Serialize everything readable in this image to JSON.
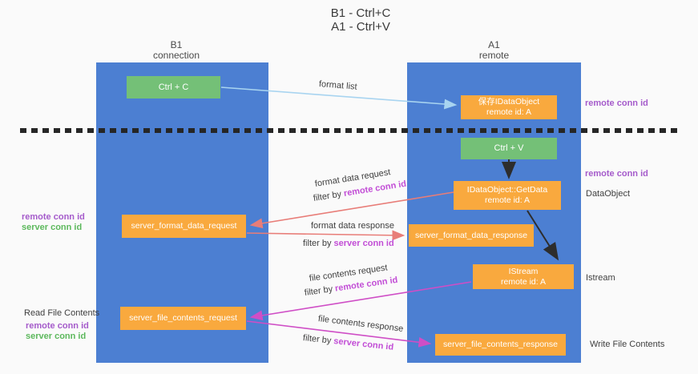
{
  "title": {
    "line1": "B1 - Ctrl+C",
    "line2": "A1 - Ctrl+V"
  },
  "lanes": {
    "left": {
      "title": "B1",
      "subtitle": "connection"
    },
    "right": {
      "title": "A1",
      "subtitle": "remote"
    }
  },
  "boxes": {
    "ctrl_c": {
      "label": "Ctrl + C"
    },
    "ctrl_v": {
      "label": "Ctrl + V"
    },
    "save_dataobject": {
      "line1": "保存IDataObject",
      "line2": "remote id: A"
    },
    "getdata": {
      "line1": "IDataObject::GetData",
      "line2": "remote id: A"
    },
    "istream": {
      "line1": "IStream",
      "line2": "remote id: A"
    },
    "format_request": {
      "label": "server_format_data_request"
    },
    "format_response": {
      "label": "server_format_data_response"
    },
    "file_request": {
      "label": "server_file_contents_request"
    },
    "file_response": {
      "label": "server_file_contents_response"
    }
  },
  "arrows": {
    "format_list": {
      "label": "format list"
    },
    "format_data_request": {
      "label": "format data request",
      "filter_prefix": "filter by ",
      "filter_key": "remote conn id"
    },
    "format_data_response": {
      "label": "format data response",
      "filter_prefix": "filter by ",
      "filter_key": "server conn id"
    },
    "file_contents_request": {
      "label": "file contents request",
      "filter_prefix": "filter by ",
      "filter_key": "remote conn id"
    },
    "file_contents_response": {
      "label": "file contents response",
      "filter_prefix": "filter by ",
      "filter_key": "server conn id"
    }
  },
  "annotations": {
    "right_remote_conn_top": "remote conn id",
    "right_remote_conn_mid": "remote conn id",
    "dataobject": "DataObject",
    "istream": "Istream",
    "write_file_contents": "Write File Contents",
    "read_file_contents": "Read File Contents",
    "left_format": {
      "remote": "remote conn id",
      "server": "server conn id"
    },
    "left_file": {
      "remote": "remote conn id",
      "server": "server conn id"
    }
  },
  "colors": {
    "lane_blue": "#4c7fd2",
    "box_orange": "#f9a93e",
    "box_green": "#74c077",
    "purple_label": "#a55bcb",
    "magenta_key": "#c24ed6",
    "green_label": "#5cb85c",
    "arrow_salmon": "#e87d78",
    "arrow_magenta": "#cf4ec6",
    "arrow_lightblue": "#a8d4f0",
    "arrow_black": "#2d2d2d"
  }
}
